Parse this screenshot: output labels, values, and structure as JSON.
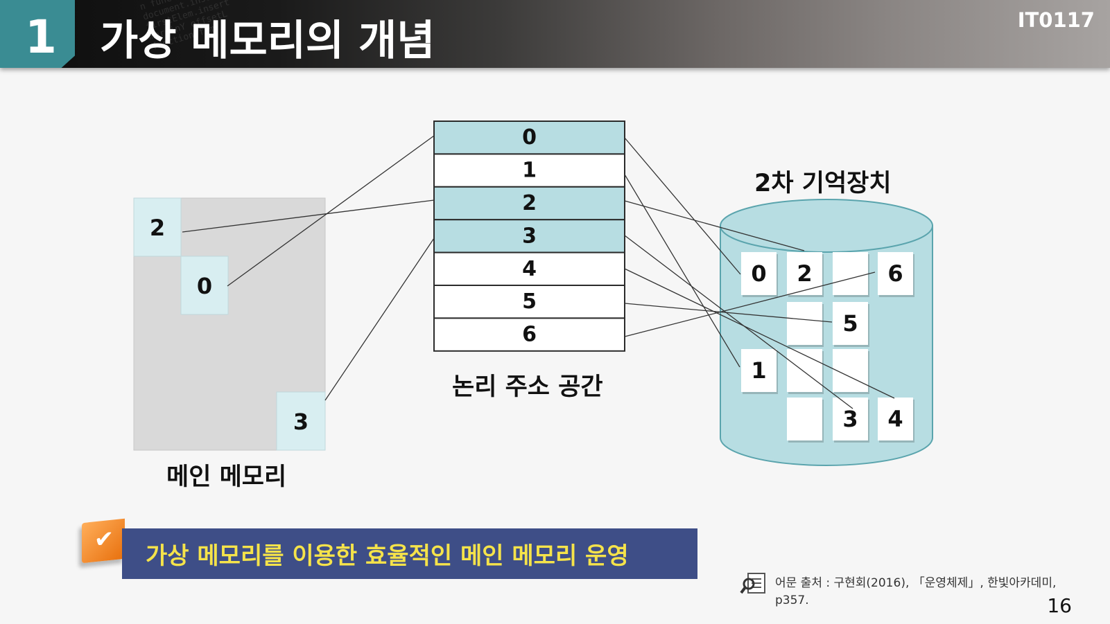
{
  "header": {
    "section_number": "1",
    "title": "가상 메모리의 개념",
    "course_code": "IT0117",
    "code_background": "n function(\ndocument.insertA\nfirstElem.insert\nmarginY offsetL\nfunction fam"
  },
  "diagram": {
    "main_memory": {
      "label": "메인 메모리",
      "pages": [
        "2",
        "0",
        "3"
      ]
    },
    "logical_address_space": {
      "label": "논리 주소 공간",
      "rows": [
        {
          "value": "0",
          "location": "main"
        },
        {
          "value": "1",
          "location": "secondary"
        },
        {
          "value": "2",
          "location": "main"
        },
        {
          "value": "3",
          "location": "main"
        },
        {
          "value": "4",
          "location": "secondary"
        },
        {
          "value": "5",
          "location": "secondary"
        },
        {
          "value": "6",
          "location": "secondary"
        }
      ]
    },
    "secondary_storage": {
      "label": "2차 기억장치",
      "cells": [
        "0",
        "2",
        "",
        "6",
        "",
        "5",
        "1",
        "",
        "",
        "",
        "3",
        "4"
      ]
    }
  },
  "banner": {
    "icon": "check-icon",
    "text": "가상 메모리를 이용한 효율적인 메인 메모리 운영"
  },
  "source": {
    "icon": "magnifier-document-icon",
    "text": "어문 출처 : 구현회(2016), 「운영체제」, 한빛아카데미, p357."
  },
  "page_number": "16",
  "colors": {
    "teal_header": "#3a8c93",
    "light_teal": "#b7dde2",
    "memory_gray": "#d9d9d9",
    "banner_blue": "#3e4e87",
    "banner_text": "#f5e34a",
    "flag_orange": "#f08a24"
  }
}
